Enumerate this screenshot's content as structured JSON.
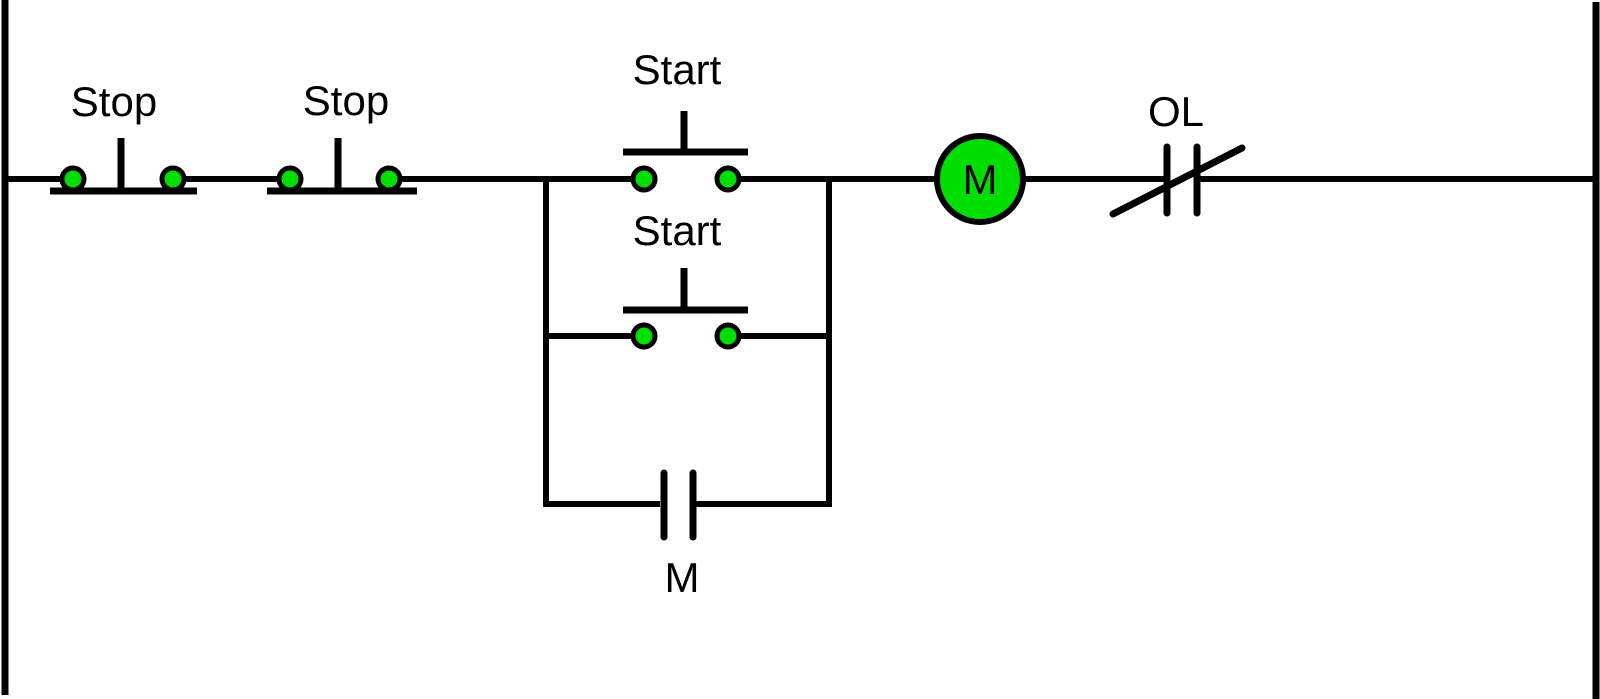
{
  "diagram_type": "ladder-logic-motor-seal-in-circuit",
  "components": {
    "stop_button_1": {
      "label": "Stop",
      "kind": "normally-closed-pushbutton"
    },
    "stop_button_2": {
      "label": "Stop",
      "kind": "normally-closed-pushbutton"
    },
    "start_button_1": {
      "label": "Start",
      "kind": "normally-open-pushbutton"
    },
    "start_button_2": {
      "label": "Start",
      "kind": "normally-open-pushbutton"
    },
    "seal_in_contact": {
      "label": "M",
      "kind": "normally-open-contact"
    },
    "motor_coil": {
      "label": "M",
      "kind": "coil"
    },
    "overload_contact": {
      "label": "OL",
      "kind": "normally-closed-overload-contact"
    }
  },
  "colors": {
    "wire": "#000000",
    "terminal_fill": "#00DD00",
    "coil_fill": "#00DD00",
    "text": "#000000",
    "background": "#FFFFFF"
  }
}
